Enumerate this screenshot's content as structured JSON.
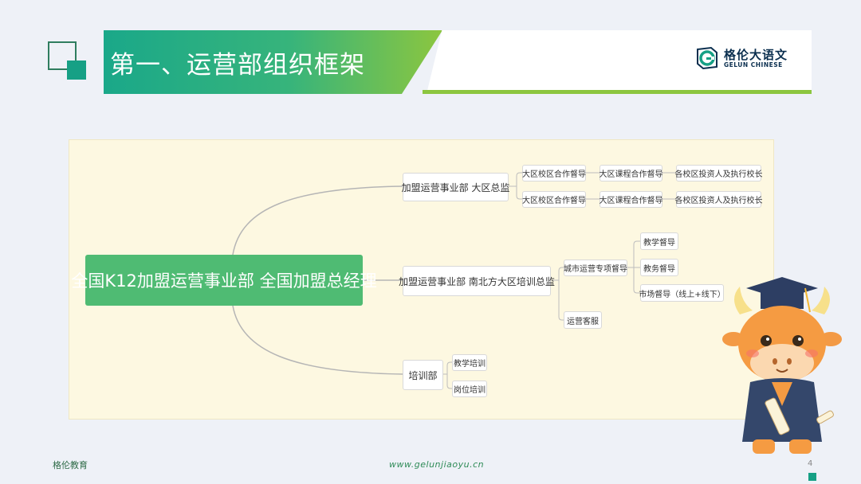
{
  "slide": {
    "title": "第一、运营部组织框架",
    "brand_cn": "格伦大语文",
    "brand_en": "GELUN CHINESE",
    "footer_left": "格伦教育",
    "footer_center": "www.gelunjiaoyu.cn",
    "page_number": "4"
  },
  "mindmap": {
    "root": "全国K12加盟运营事业部  全国加盟总经理",
    "branch1": {
      "label": "加盟运营事业部  大区总监",
      "row1": [
        "大区校区合作督导",
        "大区课程合作督导",
        "各校区投资人及执行校长"
      ],
      "row2": [
        "大区校区合作督导",
        "大区课程合作督导",
        "各校区投资人及执行校长"
      ]
    },
    "branch2": {
      "label": "加盟运营事业部  南北方大区培训总监",
      "city": "城市运营专项督导",
      "city_children": [
        "教学督导",
        "教务督导",
        "市场督导（线上+线下）"
      ],
      "service": "运营客服"
    },
    "branch3": {
      "label": "培训部",
      "children": [
        "教学培训",
        "岗位培训"
      ]
    }
  },
  "colors": {
    "accent": "#16a085",
    "root_fill": "#4fbb73",
    "banner_end": "#8cc63f",
    "mindmap_bg": "#fdf8e1"
  }
}
